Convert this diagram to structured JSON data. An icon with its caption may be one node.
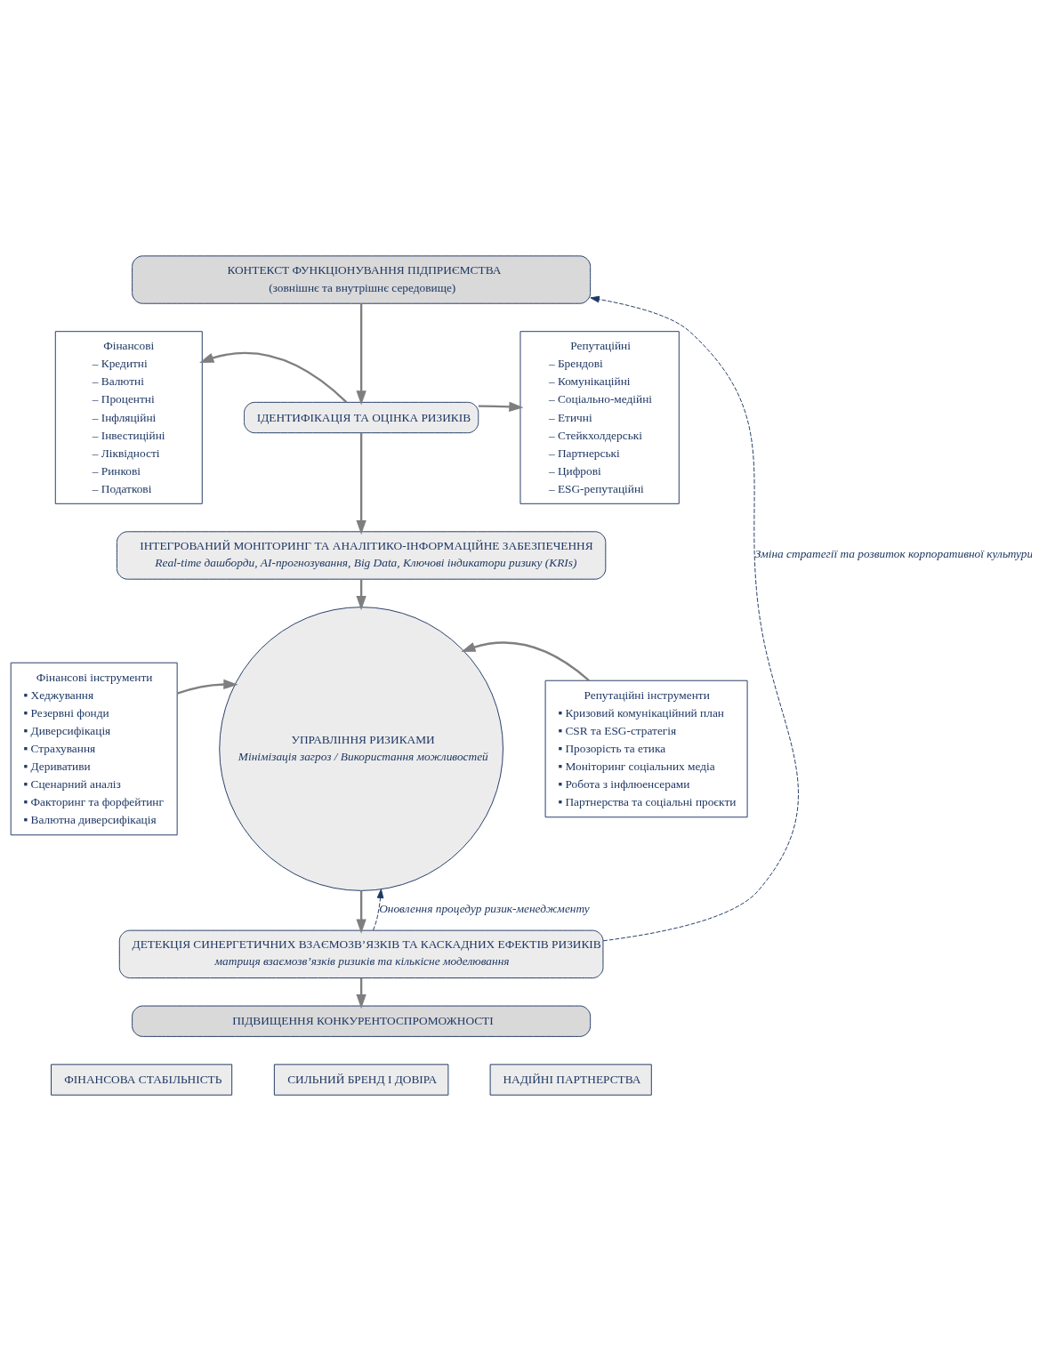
{
  "diagram": {
    "nodes": [
      {
        "text": [
          "КОНТЕКСТ ФУНКЦІОНУВАННЯ ПІДПРИЄМСТВА",
          "(зовнішнє та внутрішнє середовище)"
        ]
      },
      {
        "text": [
          "Фінансові",
          "– Кредитні",
          "– Валютні",
          "– Процентні",
          "– Інфляційні",
          "– Інвестиційні",
          "– Ліквідності",
          "– Ринкові",
          "– Податкові"
        ]
      },
      {
        "text": [
          "ІДЕНТИФІКАЦІЯ ТА ОЦІНКА РИЗИКІВ"
        ]
      },
      {
        "text": [
          "Репутаційні",
          "– Брендові",
          "– Комунікаційні",
          "– Соціально-медійні",
          "– Етичні",
          "– Стейкхолдерські",
          "– Партнерські",
          "– Цифрові",
          "– ESG-репутаційні"
        ]
      },
      {
        "text": [
          "ІНТЕГРОВАНИЙ МОНІТОРИНГ ТА АНАЛІТИКО-ІНФОРМАЦІЙНЕ ЗАБЕЗПЕЧЕННЯ",
          "Real-time дашборди, AI-прогнозування, Big Data, Ключові індикатори ризику (KRIs)"
        ]
      },
      {
        "text": [
          "Фінансові інструменти",
          "▪ Хеджування",
          "▪ Резервні фонди",
          "▪ Диверсифікація",
          "▪ Страхування",
          "▪ Деривативи",
          "▪ Сценарний аналіз",
          "▪ Факторинг та форфейтинг",
          "▪ Валютна диверсифікація"
        ]
      },
      {
        "text": [
          "УПРАВЛІННЯ РИЗИКАМИ",
          "Мінімізація загроз / Використання можливостей"
        ]
      },
      {
        "text": [
          "Репутаційні інструменти",
          "▪ Кризовий комунікаційний план",
          "▪ CSR та ESG-стратегія",
          "▪ Прозорість та етика",
          "▪ Моніторинг соціальних медіа",
          "▪ Робота з інфлюенсерами",
          "▪ Партнерства та соціальні проєкти"
        ]
      },
      {
        "text": [
          "ДЕТЕКЦІЯ СИНЕРГЕТИЧНИХ ВЗАЄМОЗВ’ЯЗКІВ ТА КАСКАДНИХ ЕФЕКТІВ РИЗИКІВ",
          "матриця взаємозв’язків ризиків та кількісне моделювання"
        ]
      },
      {
        "text": [
          "ПІДВИЩЕННЯ КОНКУРЕНТОСПРОМОЖНОСТІ"
        ]
      },
      {
        "text": [
          "ФІНАНСОВА СТАБІЛЬНІСТЬ"
        ]
      },
      {
        "text": [
          "СИЛЬНИЙ БРЕНД І ДОВІРА"
        ]
      },
      {
        "text": [
          "НАДІЙНІ ПАРТНЕРСТВА"
        ]
      }
    ],
    "edges": [
      {
        "from": 0,
        "to": 2,
        "arrow": "to"
      },
      {
        "from": 2,
        "to": 1,
        "arrow": "to"
      },
      {
        "from": 2,
        "to": 3,
        "arrow": "to"
      },
      {
        "from": 2,
        "to": 4,
        "arrow": "to"
      },
      {
        "from": 4,
        "to": 6,
        "arrow": "to"
      },
      {
        "from": 5,
        "to": 6,
        "arrow": "to"
      },
      {
        "from": 7,
        "to": 6,
        "arrow": "to"
      },
      {
        "from": 6,
        "to": 8,
        "arrow": "to"
      },
      {
        "from": 8,
        "to": 9,
        "arrow": "to"
      },
      {
        "from": 8,
        "to": 0,
        "arrow": "to",
        "style": "dashed",
        "color": "#1f3864",
        "label": "Зміна стратегії та розвиток корпоративної культури"
      },
      {
        "from": 8,
        "to": 6,
        "arrow": "to",
        "style": "dashed",
        "color": "#1f3864",
        "label": "Оновлення процедур ризик-менеджменту"
      }
    ]
  }
}
